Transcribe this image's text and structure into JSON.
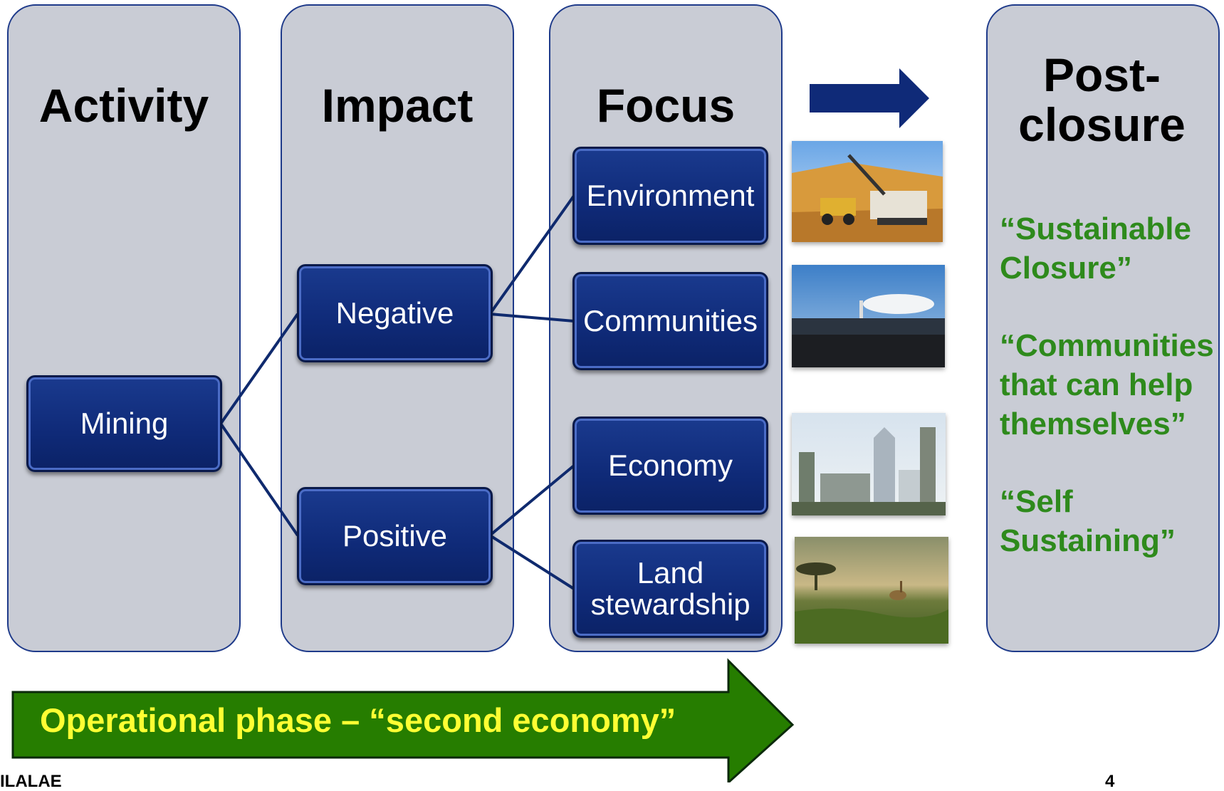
{
  "columns": {
    "activity": "Activity",
    "impact": "Impact",
    "focus": "Focus",
    "post_closure": "Post-\nclosure"
  },
  "nodes": {
    "mining": "Mining",
    "negative": "Negative",
    "positive": "Positive",
    "environment": "Environment",
    "communities": "Communities",
    "economy": "Economy",
    "land": "Land\nstewardship"
  },
  "post_closure_quotes": [
    "“Sustainable\nClosure”",
    "“Communities\nthat can help\nthemselves”",
    "“Self\nSustaining”"
  ],
  "phase_arrow_label": "Operational phase – “second economy”",
  "footer": {
    "left": "ILALAE",
    "right": "4"
  },
  "colors": {
    "box_fill": "#0f2a78",
    "column_fill": "#c9ccd5",
    "quote_green": "#2e8a1c",
    "phase_arrow": "#267d00",
    "phase_text": "#ffff33",
    "top_arrow": "#0f2a78"
  },
  "photos": [
    "mining-excavator-photo",
    "industrial-plant-photo",
    "city-skyline-photo",
    "savanna-wildlife-photo"
  ]
}
